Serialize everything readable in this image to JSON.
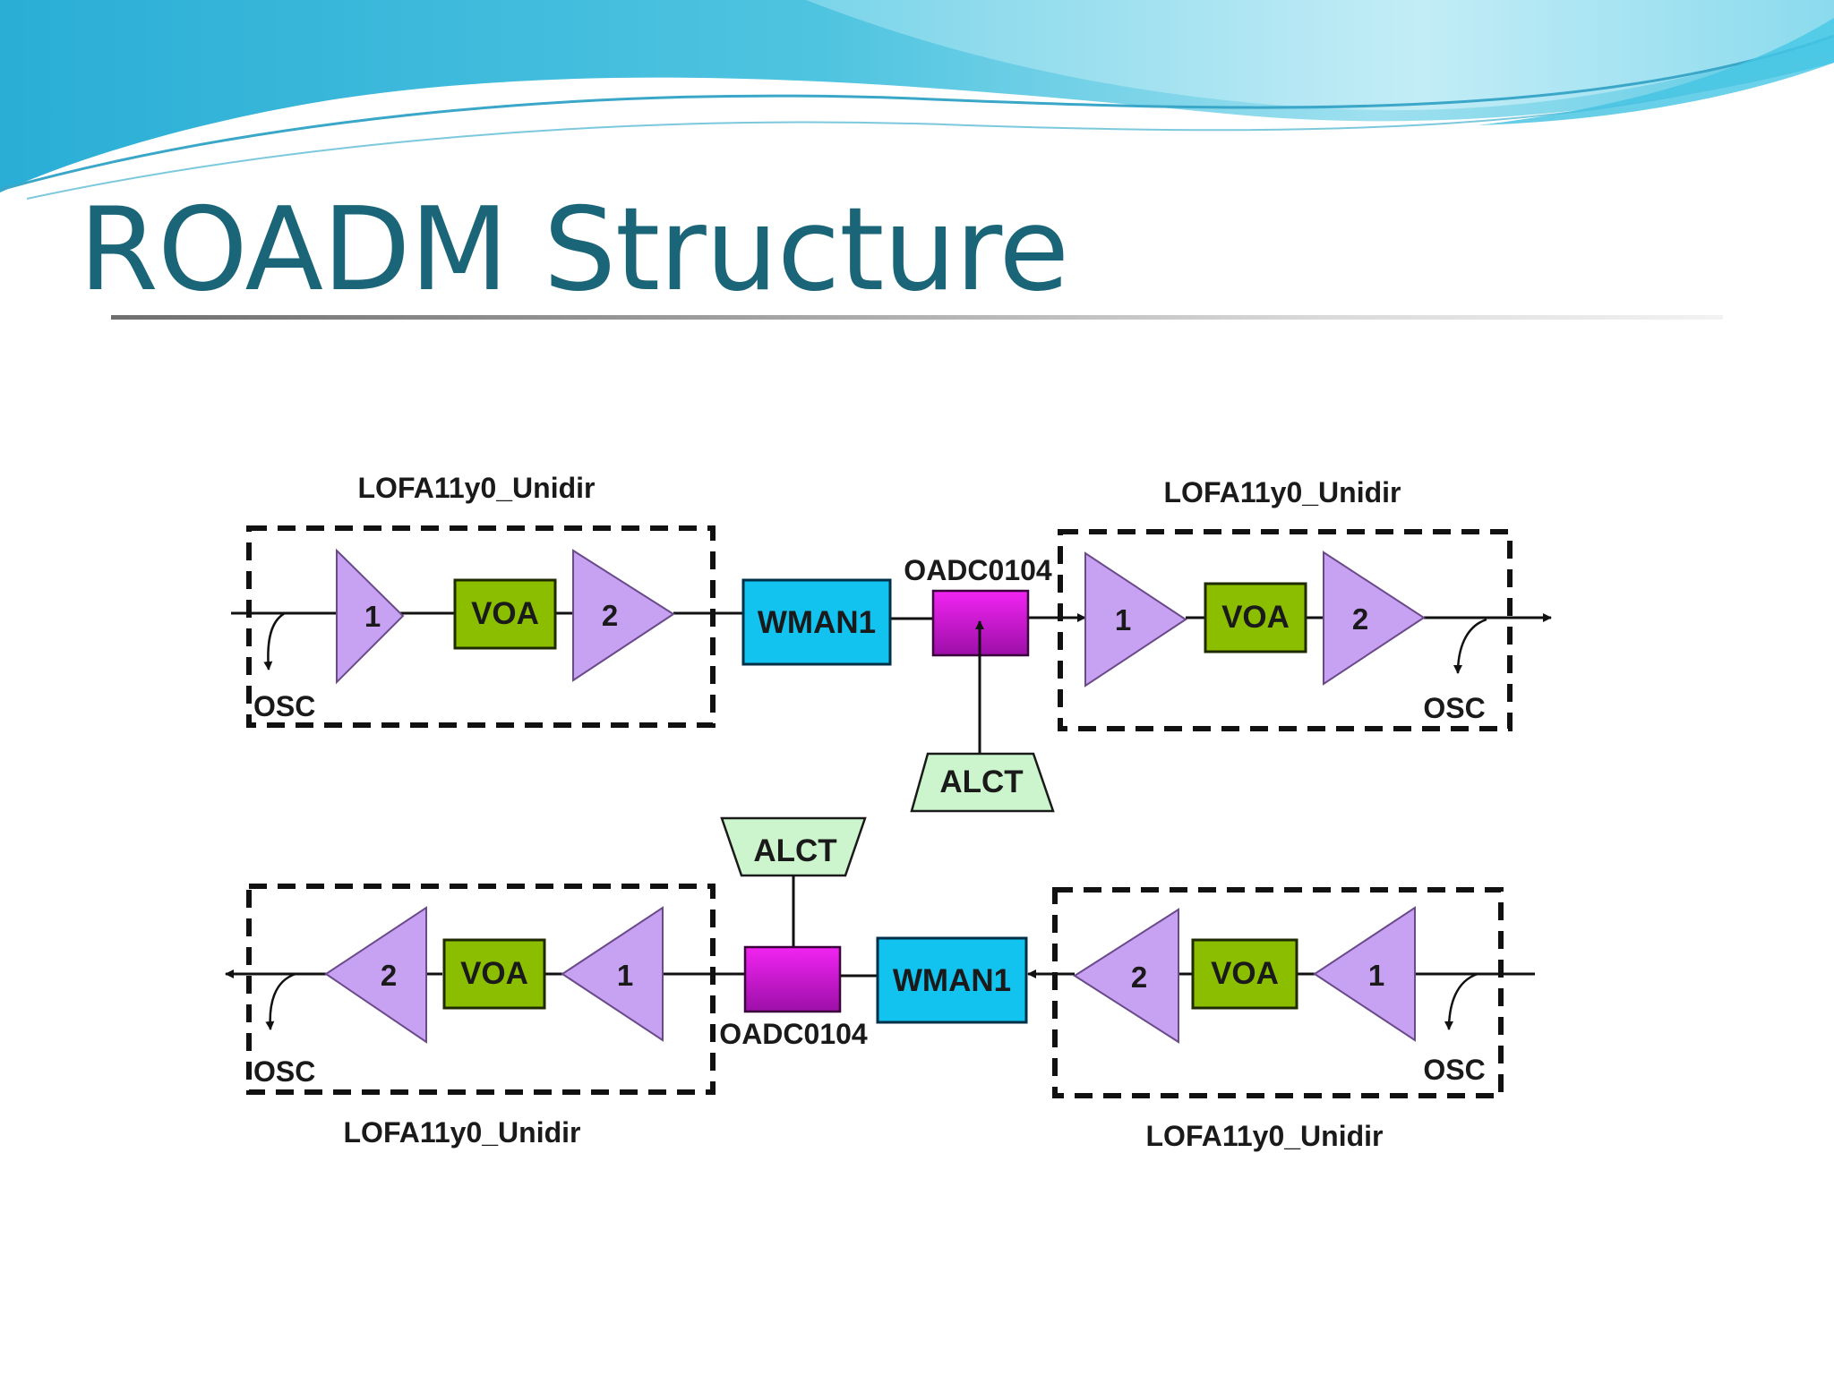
{
  "slide": {
    "title": "ROADM Structure",
    "colors": {
      "title": "#1b6579",
      "amplifier": "#c8a2f2",
      "voa": "#8cbe00",
      "wman": "#12c2ef",
      "oadc": "#d21cd2",
      "alct": "#cdf5cd"
    }
  },
  "diagram": {
    "top_row": {
      "left_module": {
        "label": "LOFA11y0_Unidir",
        "amp_1": "1",
        "voa": "VOA",
        "amp_2": "2",
        "osc": "OSC"
      },
      "wman": "WMAN1",
      "oadc": "OADC0104",
      "alct": "ALCT",
      "right_module": {
        "label": "LOFA11y0_Unidir",
        "amp_1": "1",
        "voa": "VOA",
        "amp_2": "2",
        "osc": "OSC"
      }
    },
    "bottom_row": {
      "left_module": {
        "label": "LOFA11y0_Unidir",
        "amp_2": "2",
        "voa": "VOA",
        "amp_1": "1",
        "osc": "OSC"
      },
      "alct": "ALCT",
      "oadc": "OADC0104",
      "wman": "WMAN1",
      "right_module": {
        "label": "LOFA11y0_Unidir",
        "amp_2": "2",
        "voa": "VOA",
        "amp_1": "1",
        "osc": "OSC"
      }
    }
  }
}
